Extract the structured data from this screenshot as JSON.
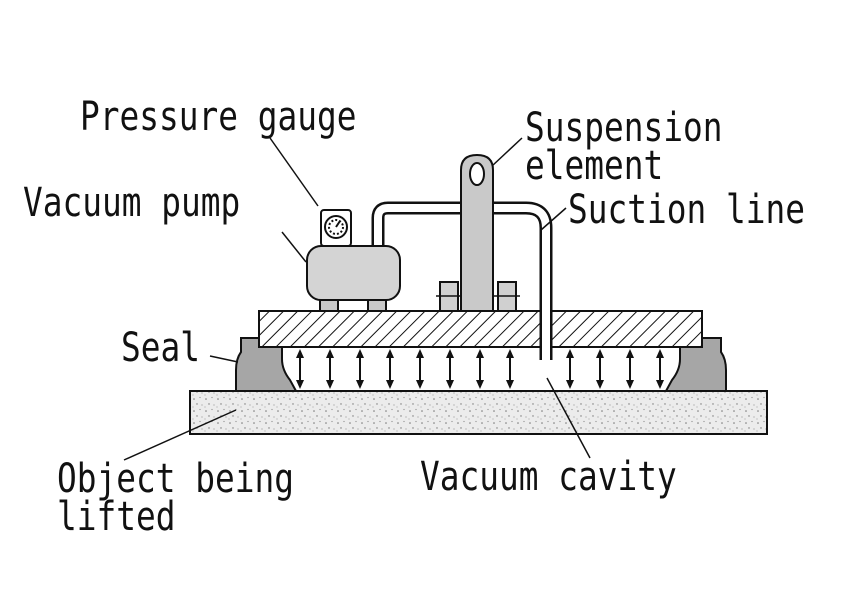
{
  "labels": {
    "pressure_gauge": "Pressure gauge",
    "vacuum_pump": "Vacuum pump",
    "suspension_element_line1": "Suspension",
    "suspension_element_line2": "element",
    "suction_line": "Suction line",
    "seal": "Seal",
    "object_line1": "Object being",
    "object_line2": "lifted",
    "vacuum_cavity": "Vacuum cavity"
  },
  "colors": {
    "outline": "#111111",
    "metal_gray": "#c9c9c9",
    "seal_gray": "#a6a6a6",
    "object_fill": "#ececec"
  }
}
